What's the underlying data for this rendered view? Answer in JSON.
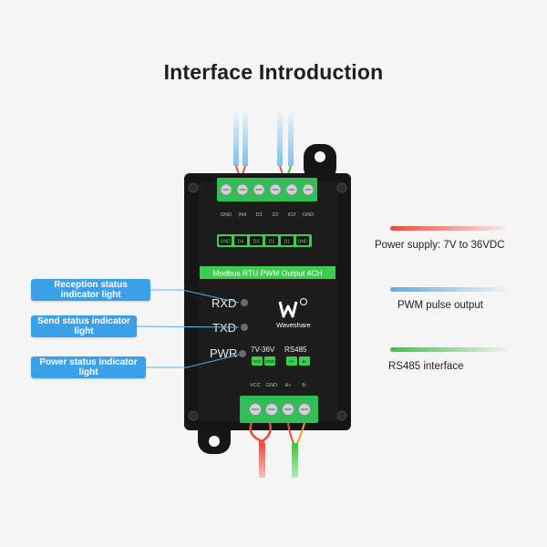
{
  "title": "Interface Introduction",
  "device": {
    "top_pins": [
      "GND",
      "IN4",
      "D3",
      "D2",
      "IO2",
      "GND"
    ],
    "channel_pins": [
      "GND",
      "D4",
      "D3",
      "D2",
      "D1",
      "GND"
    ],
    "banner": "Modbus RTU PWM Output 4CH",
    "led_labels": [
      "RXD",
      "TXD",
      "PWR"
    ],
    "brand": "Waveshare",
    "voltage_label": "7V-36V",
    "rs485_label": "RS485",
    "small_pins": [
      "VCC",
      "GND",
      "A+",
      "B-"
    ],
    "bottom_pins": [
      "VCC",
      "GND",
      "A+",
      "B-"
    ]
  },
  "callouts": [
    {
      "text": "Reception status indicator light"
    },
    {
      "text": "Send status indicator light"
    },
    {
      "text": "Power status indicator light"
    }
  ],
  "legend": [
    {
      "text": "Power supply: 7V to 36VDC",
      "color": "#e74c3c"
    },
    {
      "text": "PWM pulse output",
      "color": "#5aaee6"
    },
    {
      "text": "RS485 interface",
      "color": "#3cc43c"
    }
  ],
  "colors": {
    "device_body": "#161616",
    "terminal_green": "#34c759",
    "banner_green": "#3ccf4e"
  }
}
